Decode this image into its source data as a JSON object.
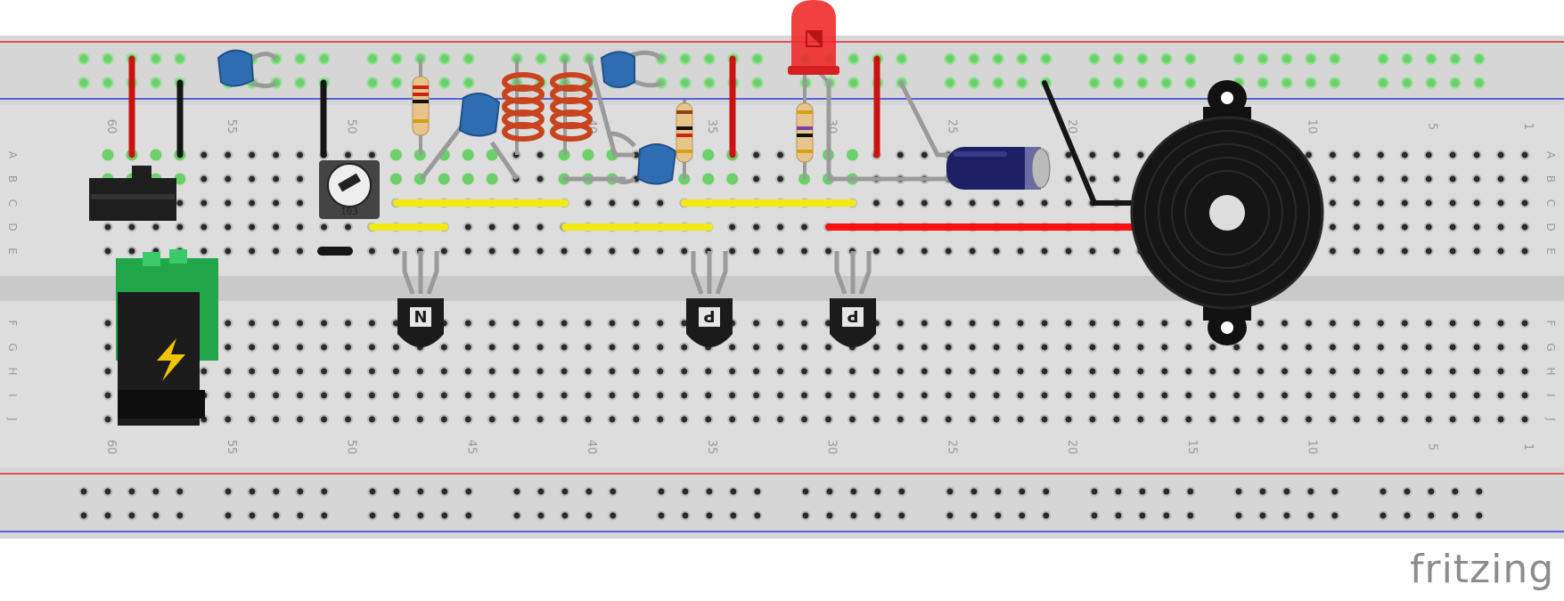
{
  "brand": {
    "name": "fritzing"
  },
  "breadboard": {
    "columns_total": 60,
    "column_labels": [
      "60",
      "55",
      "50",
      "45",
      "40",
      "35",
      "30",
      "25",
      "20",
      "15",
      "10",
      "5",
      "1"
    ],
    "row_labels_top": [
      "A",
      "B",
      "C",
      "D",
      "E"
    ],
    "row_labels_bottom": [
      "F",
      "G",
      "H",
      "I",
      "J"
    ]
  },
  "components": {
    "transistors": [
      {
        "name": "transistor-npn",
        "marking": "N"
      },
      {
        "name": "transistor-pnp-1",
        "marking": "P"
      },
      {
        "name": "transistor-pnp-2",
        "marking": "P"
      }
    ],
    "potentiometer": {
      "marking": "103"
    },
    "icons": [
      "power-jack-icon",
      "slide-switch-icon",
      "led-icon",
      "buzzer-icon",
      "capacitor-icon",
      "inductor-icon",
      "resistor-icon"
    ]
  },
  "colors": {
    "board": "#dcdcdc",
    "rail_red": "#e0202a",
    "rail_blue": "#2a3fd6",
    "wire_red": "#cc1111",
    "wire_black": "#151515",
    "wire_yellow": "#f2ea10",
    "wire_grey": "#9a9a9a",
    "hole_green": "#6ad16a",
    "ceramic_cap": "#2f6db3",
    "inductor": "#c8441f",
    "led": "#ee2b2b",
    "electrolytic": "#1f1f66"
  }
}
